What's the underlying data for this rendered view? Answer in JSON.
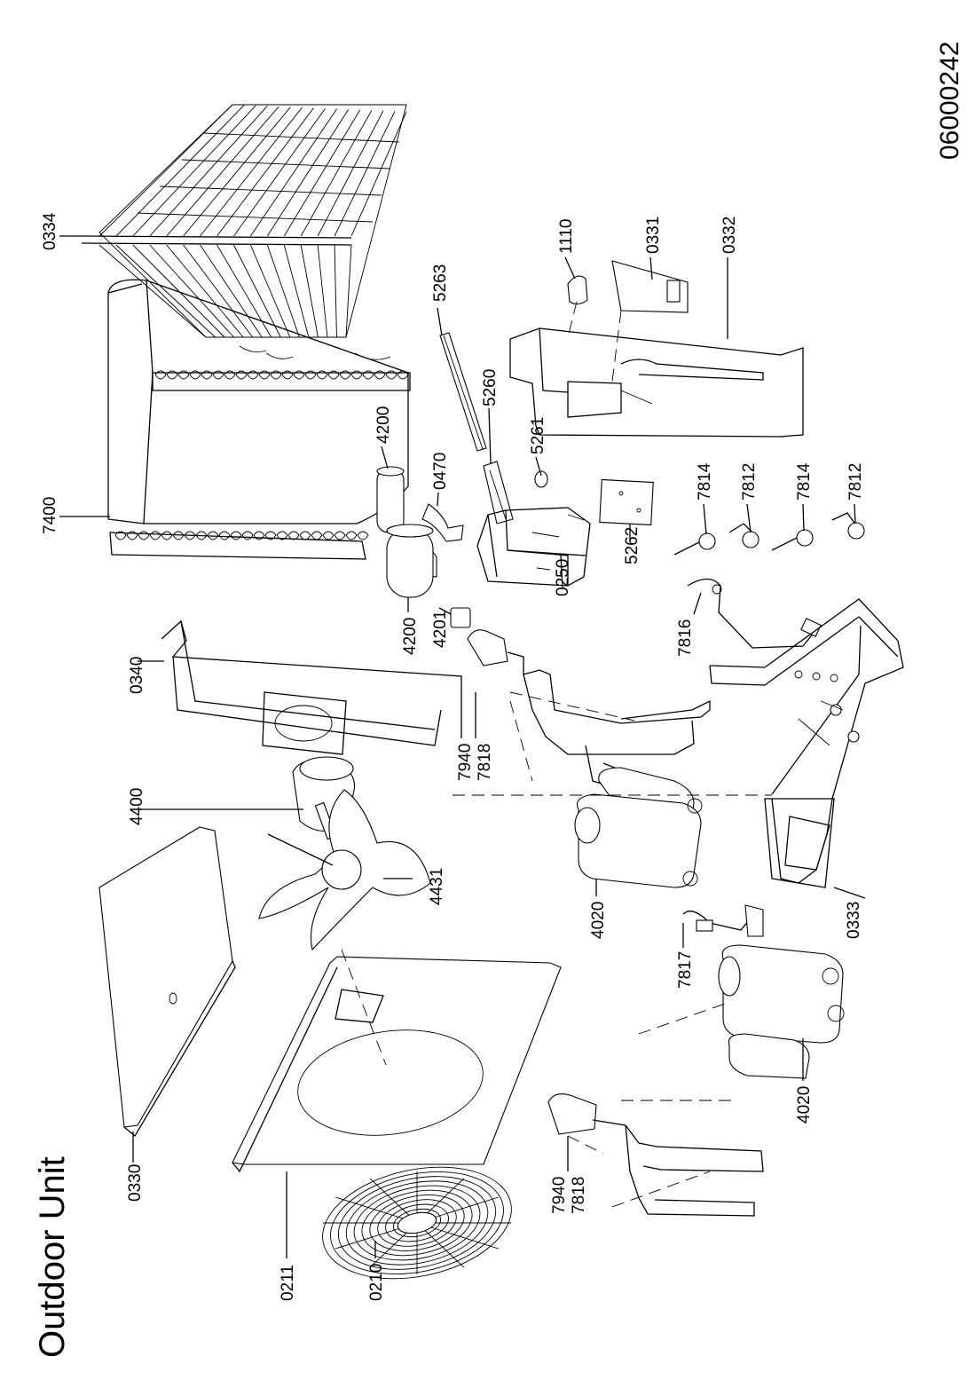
{
  "title": "Outdoor Unit",
  "drawing_code": "06000242",
  "labels": [
    {
      "id": "0334",
      "text": "0334"
    },
    {
      "id": "7400",
      "text": "7400"
    },
    {
      "id": "5263",
      "text": "5263"
    },
    {
      "id": "5260",
      "text": "5260"
    },
    {
      "id": "1110",
      "text": "1110"
    },
    {
      "id": "0331",
      "text": "0331"
    },
    {
      "id": "0332",
      "text": "0332"
    },
    {
      "id": "4200a",
      "text": "4200"
    },
    {
      "id": "0470",
      "text": "0470"
    },
    {
      "id": "5261",
      "text": "5261"
    },
    {
      "id": "7814a",
      "text": "7814"
    },
    {
      "id": "7812a",
      "text": "7812"
    },
    {
      "id": "7814b",
      "text": "7814"
    },
    {
      "id": "7812b",
      "text": "7812"
    },
    {
      "id": "0340",
      "text": "0340"
    },
    {
      "id": "4200b",
      "text": "4200"
    },
    {
      "id": "4201",
      "text": "4201"
    },
    {
      "id": "0250",
      "text": "0250"
    },
    {
      "id": "5262",
      "text": "5262"
    },
    {
      "id": "7816",
      "text": "7816"
    },
    {
      "id": "4400",
      "text": "4400"
    },
    {
      "id": "7940a",
      "text": "7940"
    },
    {
      "id": "7818a",
      "text": "7818"
    },
    {
      "id": "4431",
      "text": "4431"
    },
    {
      "id": "4020a",
      "text": "4020"
    },
    {
      "id": "0333",
      "text": "0333"
    },
    {
      "id": "7817",
      "text": "7817"
    },
    {
      "id": "0330",
      "text": "0330"
    },
    {
      "id": "4020b",
      "text": "4020"
    },
    {
      "id": "7940b",
      "text": "7940"
    },
    {
      "id": "7818b",
      "text": "7818"
    },
    {
      "id": "0211",
      "text": "0211"
    },
    {
      "id": "0210",
      "text": "0210"
    }
  ]
}
